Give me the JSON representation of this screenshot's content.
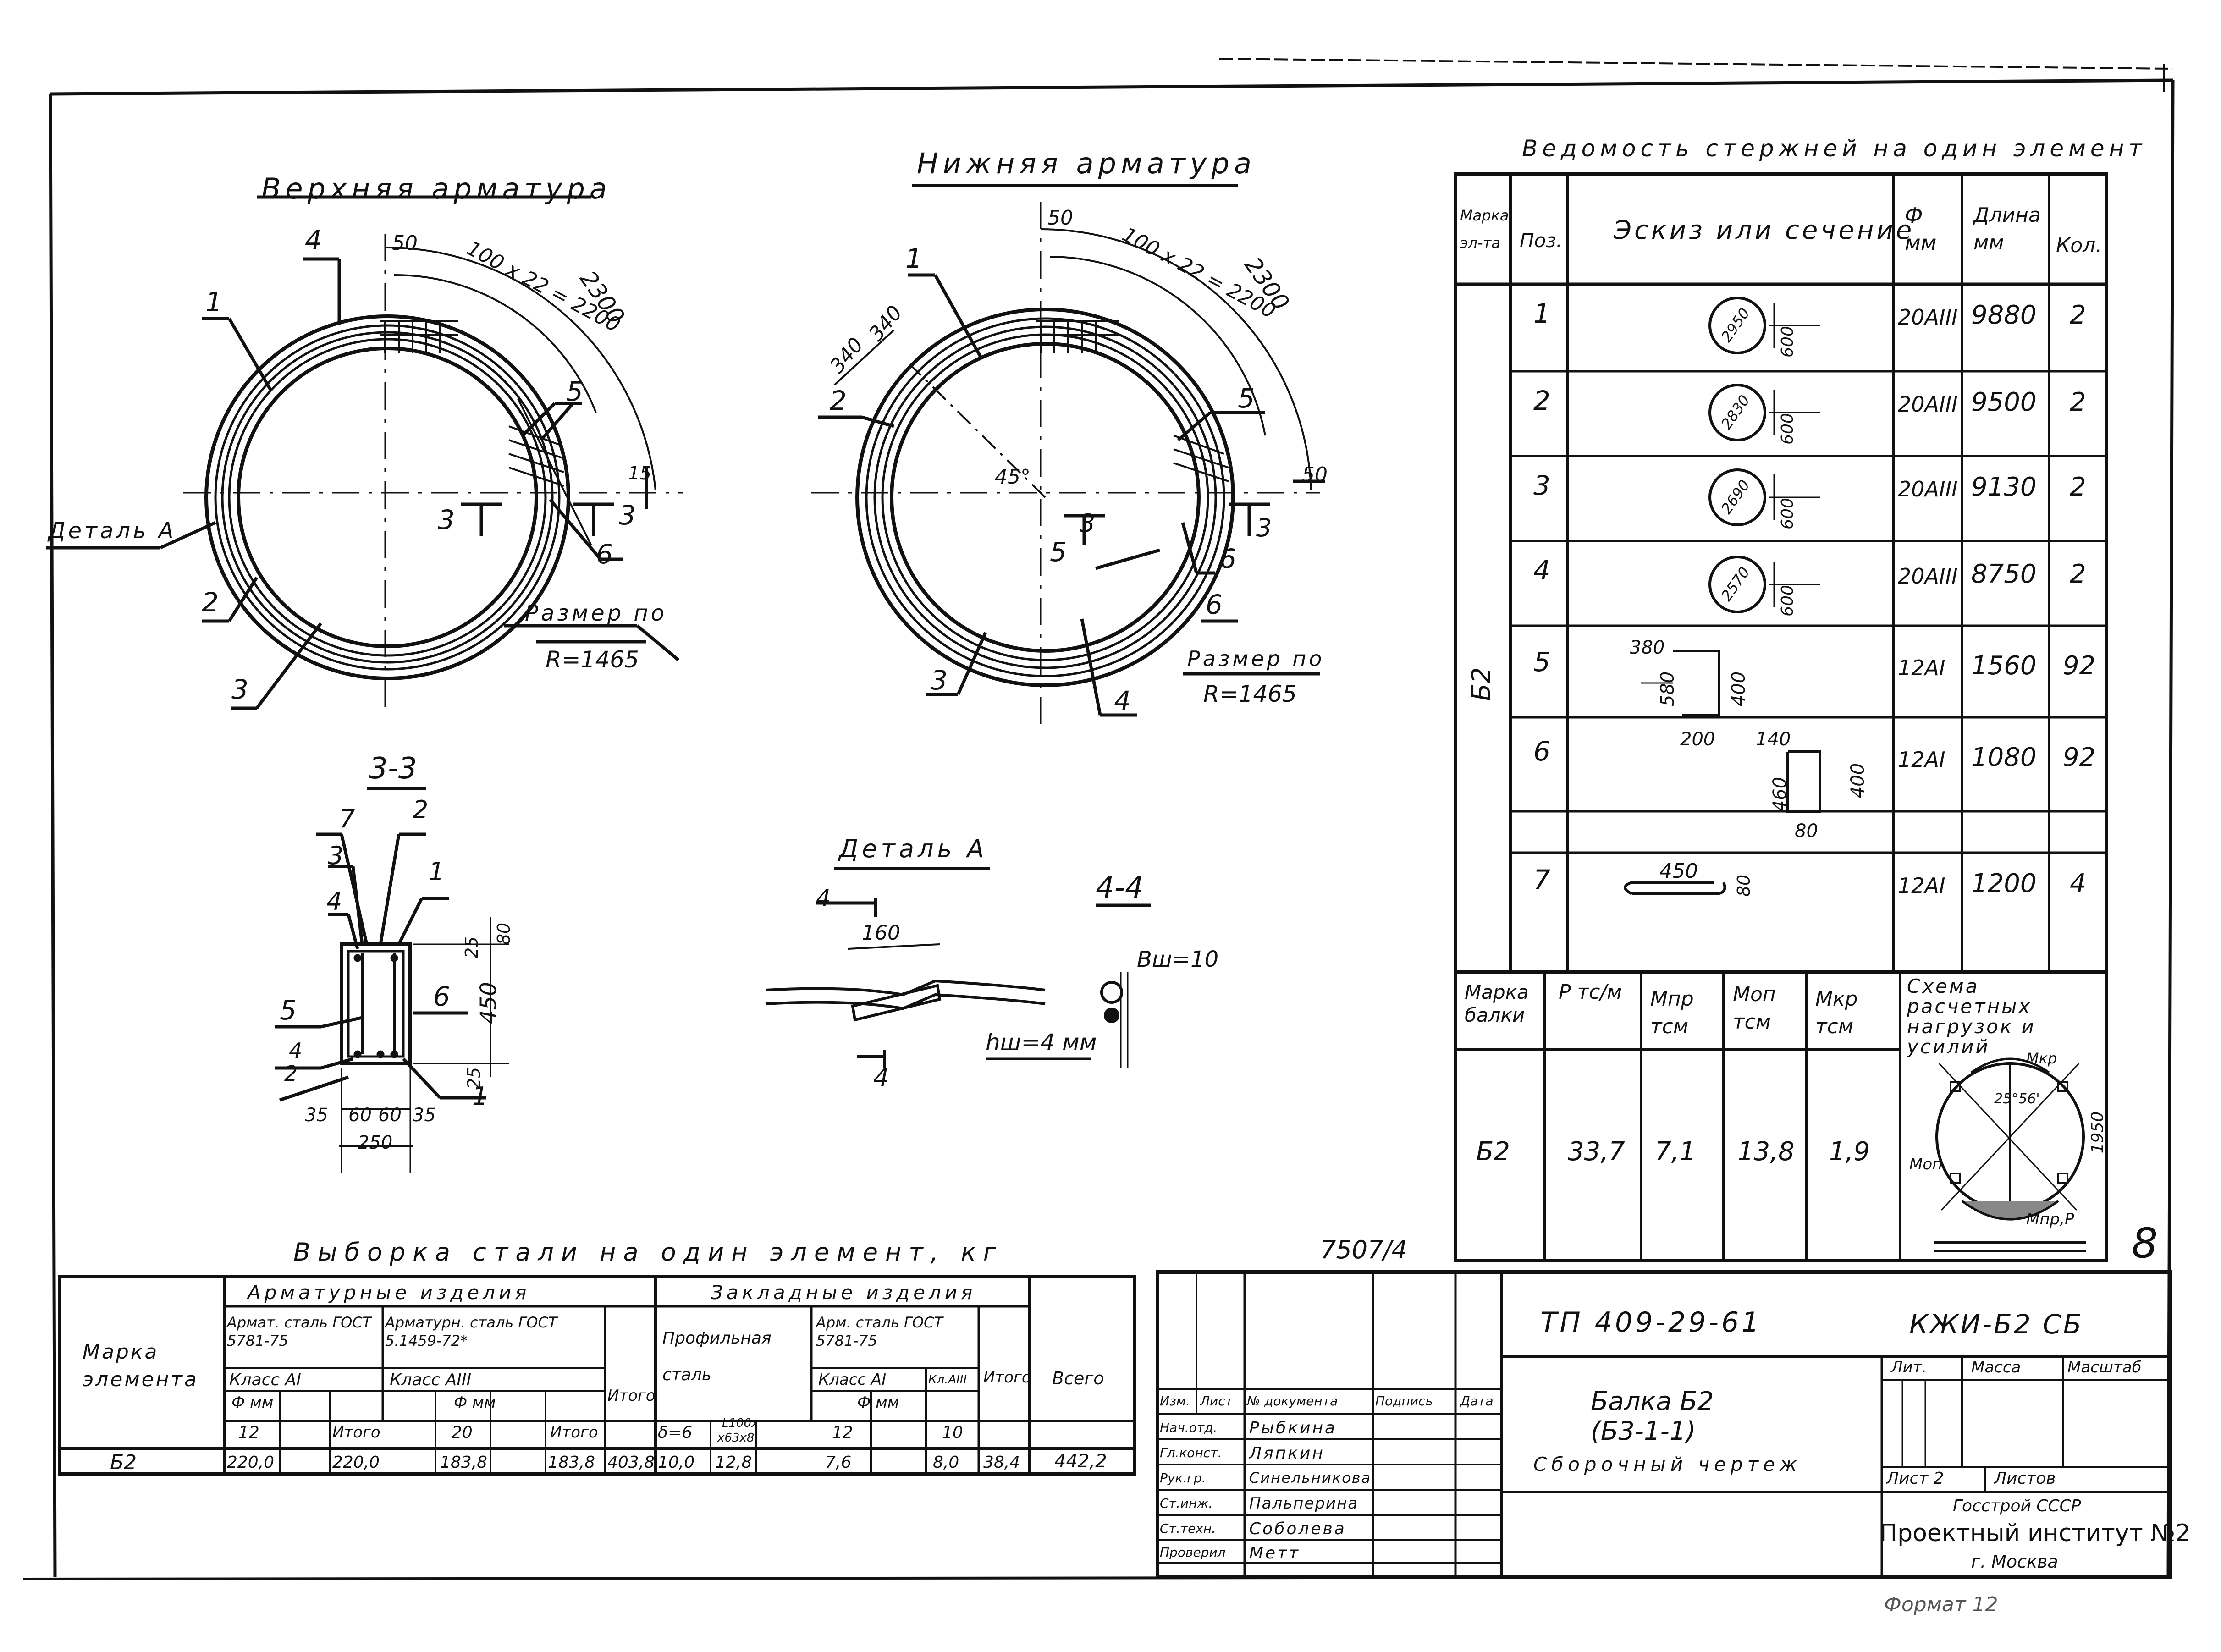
{
  "sheet": {
    "top_left": {
      "title": "Верхняя арматура",
      "dims": [
        "50",
        "100 x 22 = 2200",
        "2300",
        "15"
      ],
      "positions": [
        "1",
        "2",
        "3",
        "4",
        "5",
        "6"
      ],
      "detail": "Деталь А",
      "section": [
        "3",
        "3"
      ],
      "radius_note": "Размер по",
      "radius_value": "R=1465"
    },
    "top_mid": {
      "title": "Нижняя арматура",
      "dims": [
        "50",
        "100 x 22 = 2200",
        "2300",
        "340",
        "340",
        "45°",
        "50"
      ],
      "positions": [
        "1",
        "2",
        "3",
        "4",
        "5",
        "6"
      ],
      "section": [
        "3",
        "3"
      ],
      "radius_note": "Размер по",
      "radius_value": "R=1465"
    },
    "section_33": {
      "title": "3-3",
      "labels": [
        "7",
        "2",
        "3",
        "1",
        "4",
        "6",
        "5",
        "4",
        "2",
        "1"
      ],
      "dims": [
        "25",
        "80",
        "450",
        "25",
        "35",
        "60",
        "60",
        "35",
        "250"
      ]
    },
    "detail_a": {
      "title": "Деталь А",
      "labels": [
        "4",
        "4",
        "160",
        "hш=4 мм"
      ]
    },
    "section_44": {
      "title": "4-4",
      "label": "Bш=10"
    },
    "rod_table": {
      "title": "Ведомость стержней на один элемент",
      "headers": [
        "Марка эл-та",
        "Поз.",
        "Эскиз или сечение",
        "Ф мм",
        "Длина мм",
        "Кол."
      ],
      "mark": "Б2",
      "rows": [
        {
          "pos": "1",
          "sketch": [
            "2950",
            "600"
          ],
          "dia": "20АIII",
          "len": "9880",
          "qty": "2"
        },
        {
          "pos": "2",
          "sketch": [
            "2830",
            "600"
          ],
          "dia": "20АIII",
          "len": "9500",
          "qty": "2"
        },
        {
          "pos": "3",
          "sketch": [
            "2690",
            "600"
          ],
          "dia": "20АIII",
          "len": "9130",
          "qty": "2"
        },
        {
          "pos": "4",
          "sketch": [
            "2570",
            "600"
          ],
          "dia": "20АIII",
          "len": "8750",
          "qty": "2"
        },
        {
          "pos": "5",
          "sketch": [
            "380",
            "580",
            "400",
            "200"
          ],
          "dia": "12АI",
          "len": "1560",
          "qty": "92"
        },
        {
          "pos": "6",
          "sketch": [
            "140",
            "460",
            "400",
            "80"
          ],
          "dia": "12АI",
          "len": "1080",
          "qty": "92"
        },
        {
          "pos": "7",
          "sketch": [
            "450",
            "80"
          ],
          "dia": "12АI",
          "len": "1200",
          "qty": "4"
        }
      ]
    },
    "load_table": {
      "headers": [
        "Марка балки",
        "P тс/м",
        "Мпр тсм",
        "Моп тсм",
        "Мкр тсм",
        "Схема расчетных нагрузок и усилий"
      ],
      "row": [
        "Б2",
        "33,7",
        "7,1",
        "13,8",
        "1,9"
      ],
      "scheme_labels": [
        "Мкр",
        "25°56'",
        "1950",
        "Моп",
        "Мпр,P"
      ]
    },
    "steel_table": {
      "title": "Выборка стали на один элемент, кг",
      "group1": "Арматурные изделия",
      "group2": "Закладные изделия",
      "sub1": "Армат. сталь ГОСТ 5781-75",
      "sub2": "Арматурн. сталь ГОСТ 5.1459-72*",
      "sub3": "Профильная сталь",
      "sub4": "Арм. сталь ГОСТ 5781-75",
      "col_mark": "Марка элемента",
      "class_a1": "Класс АI",
      "class_a3": "Класс АIII",
      "class_a1b": "Класс АI",
      "class_a3b": "Кл.АIII",
      "phi": "Ф мм",
      "sizes": [
        "12",
        "Итого",
        "20",
        "Итого",
        "δ=6",
        "L100x",
        "x63x8",
        "12",
        "10"
      ],
      "itogo": "Итого",
      "itogo2": "Итого",
      "vsego": "Всего",
      "row": [
        "Б2",
        "220,0",
        "220,0",
        "183,8",
        "183,8",
        "403,8",
        "10,0",
        "12,8",
        "7,6",
        "8,0",
        "38,4",
        "442,2"
      ]
    },
    "title_block": {
      "code": "ТП 409-29-61",
      "doc": "КЖИ-Б2 СБ",
      "name1": "Балка Б2",
      "name2": "(Б3-1-1)",
      "name3": "Сборочный чертеж",
      "cols": [
        "Изм.",
        "Лист",
        "№ документа",
        "Подпись",
        "Дата"
      ],
      "people": [
        [
          "Нач.отд.",
          "Рыбкина"
        ],
        [
          "Гл.конст.",
          "Ляпкин"
        ],
        [
          "Рук.гр.",
          "Синельникова"
        ],
        [
          "Ст.инж.",
          "Пальперина"
        ],
        [
          "Ст.техн.",
          "Соболева"
        ],
        [
          "Проверил",
          "Метт"
        ]
      ],
      "lit": "Лит.",
      "mass": "Масса",
      "scale": "Масштаб",
      "sheet": "Лист 2",
      "sheets": "Листов",
      "org1": "Госстрой СССР",
      "org2": "Проектный институт №2",
      "org3": "г. Москва",
      "stamp": "7507/4",
      "page_no": "8",
      "format": "Формат 12"
    }
  }
}
